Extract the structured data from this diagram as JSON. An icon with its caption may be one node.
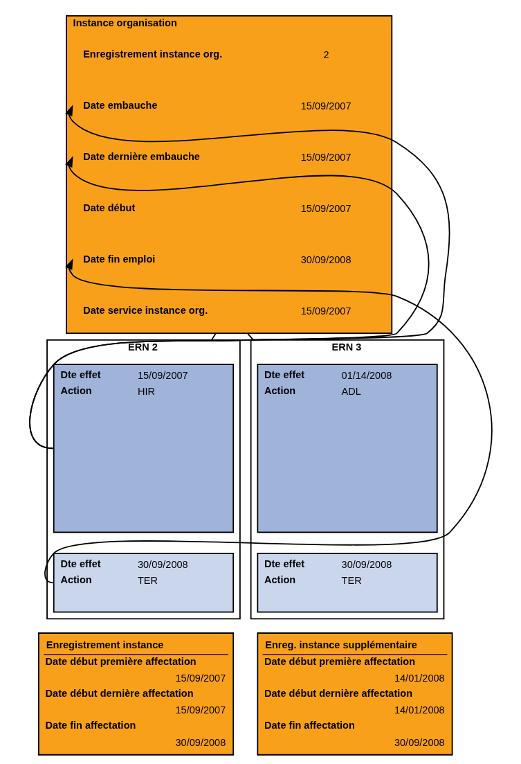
{
  "diagram": {
    "nodes": [
      {
        "text": [
          "Instance organisation"
        ]
      },
      {
        "text": [
          "Enregistrement instance org.",
          "2"
        ],
        "in": 0
      },
      {
        "text": [
          "Date embauche",
          "15/09/2007"
        ],
        "in": 0
      },
      {
        "text": [
          "Date dernière embauche",
          "15/09/2007"
        ],
        "in": 0
      },
      {
        "text": [
          "Date début",
          "15/09/2007"
        ],
        "in": 0
      },
      {
        "text": [
          "Date fin emploi",
          "30/09/2008"
        ],
        "in": 0
      },
      {
        "text": [
          "Date service instance org.",
          "15/09/2007"
        ],
        "in": 0
      },
      {
        "text": [
          "ERN 2"
        ]
      },
      {
        "text": [
          "Dte effet",
          "15/09/2007",
          "Action",
          "HIR"
        ],
        "in": 7
      },
      {
        "text": [
          "Dte effet",
          "30/09/2008",
          "Action",
          "TER"
        ],
        "in": 7
      },
      {
        "text": [
          "ERN 3"
        ]
      },
      {
        "text": [
          "Dte effet",
          "01/14/2008",
          "Action",
          "ADL"
        ],
        "in": 10
      },
      {
        "text": [
          "Dte effet",
          "30/09/2008",
          "Action",
          "TER"
        ],
        "in": 10
      },
      {
        "text": [
          "Enregistrement instance",
          "Date début première affectation",
          "15/09/2007",
          "Date début dernière affectation",
          "15/09/2007",
          "Date fin affectation",
          "30/09/2008"
        ]
      },
      {
        "text": [
          "Enreg. instance supplémentaire",
          "Date début première affectation",
          "14/01/2008",
          "Date début dernière affectation",
          "14/01/2008",
          "Date fin affectation",
          "30/09/2008"
        ]
      }
    ],
    "edges": [
      {
        "from": 0,
        "to": 7,
        "arrow": "none"
      },
      {
        "from": 0,
        "to": 10,
        "arrow": "none"
      },
      {
        "from": 8,
        "to": 2,
        "arrow": "to"
      },
      {
        "from": 8,
        "to": 3,
        "arrow": "to"
      },
      {
        "from": 9,
        "to": 5,
        "arrow": "to"
      }
    ]
  }
}
